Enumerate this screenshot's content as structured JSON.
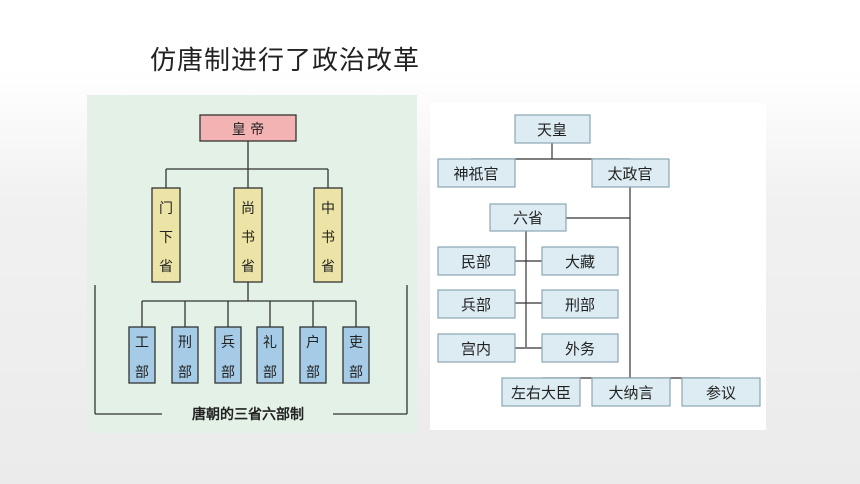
{
  "slide": {
    "title": "仿唐制进行了政治改革"
  },
  "tang": {
    "caption": "唐朝的三省六部制",
    "emperor": "皇 帝",
    "provinces": [
      "门下省",
      "尚书省",
      "中书省"
    ],
    "ministries": [
      "工部",
      "刑部",
      "兵部",
      "礼部",
      "户部",
      "吏部"
    ]
  },
  "japan": {
    "root": "天皇",
    "left_branch": "神祇官",
    "right_branch": "太政官",
    "six": "六省",
    "ministries_left": [
      "民部",
      "兵部",
      "宫内"
    ],
    "ministries_right": [
      "大藏",
      "刑部",
      "外务"
    ],
    "ministers": [
      "左右大臣",
      "大纳言",
      "参议"
    ]
  },
  "colors": {
    "emperor_fill": "#f3b3b3",
    "province_fill": "#ece3a7",
    "ministry_fill": "#a5cbe6",
    "jp_box_fill": "#dcecf2",
    "jp_box_stroke": "#8aa7b5",
    "left_bg": "#e3f1e6"
  }
}
